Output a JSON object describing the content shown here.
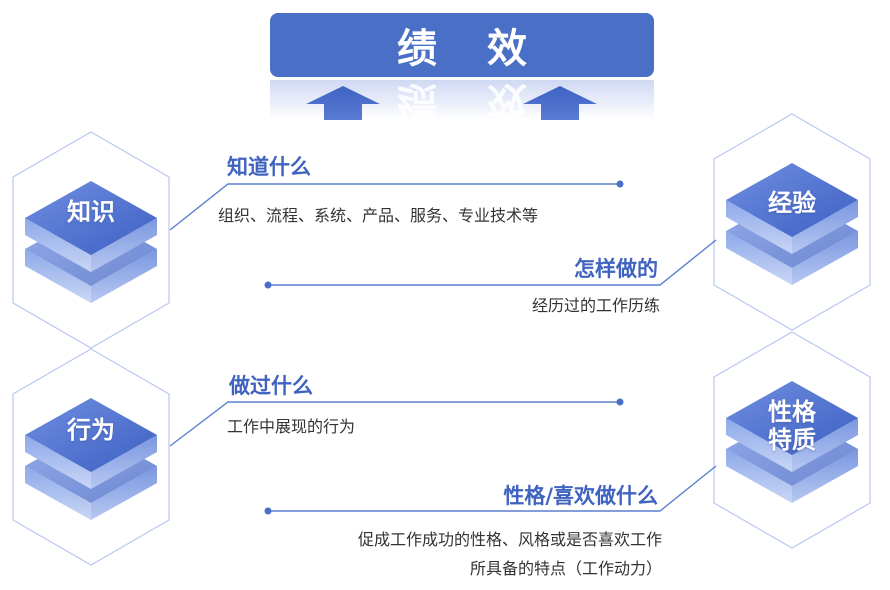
{
  "title": "绩 效",
  "blocks": {
    "knowledge": "知识",
    "experience": "经验",
    "behavior": "行为",
    "personality_line1": "性格",
    "personality_line2": "特质"
  },
  "items": [
    {
      "heading": "知道什么",
      "desc": "组织、流程、系统、产品、服务、专业技术等"
    },
    {
      "heading": "怎样做的",
      "desc": "经历过的工作历练"
    },
    {
      "heading": "做过什么",
      "desc": "工作中展现的行为"
    },
    {
      "heading": "性格/喜欢做什么",
      "desc_line1": "促成工作成功的性格、风格或是否喜欢工作",
      "desc_line2": "所具备的特点（工作动力）"
    }
  ],
  "colors": {
    "primary": "#4a6fc6",
    "heading": "#3f63bf",
    "line": "#5b7fd0",
    "outline": "#b9c9ee"
  }
}
